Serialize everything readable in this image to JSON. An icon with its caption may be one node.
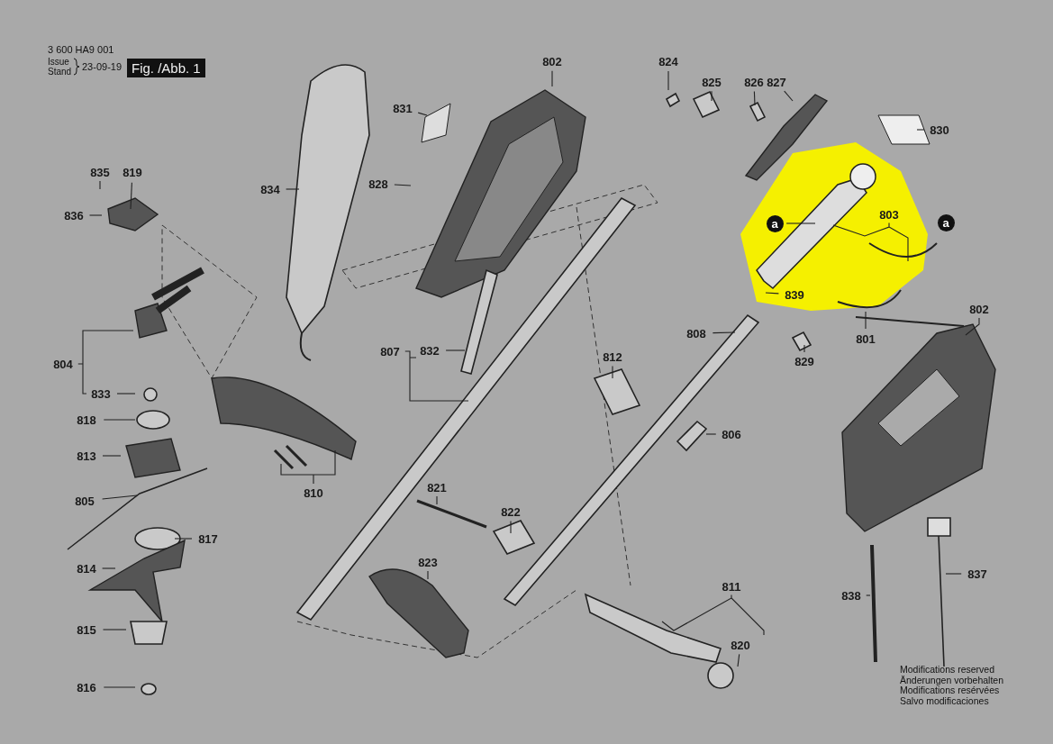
{
  "diagram": {
    "nodes": [
      {
        "text": [
          "802"
        ]
      },
      {
        "text": [
          "824"
        ]
      },
      {
        "text": [
          "825"
        ]
      },
      {
        "text": [
          "826"
        ]
      },
      {
        "text": [
          "827"
        ]
      },
      {
        "text": [
          "831"
        ]
      },
      {
        "text": [
          "830"
        ]
      },
      {
        "text": [
          "835"
        ]
      },
      {
        "text": [
          "819"
        ]
      },
      {
        "text": [
          "834"
        ]
      },
      {
        "text": [
          "828"
        ]
      },
      {
        "text": [
          "836"
        ]
      },
      {
        "text": [
          "a"
        ]
      },
      {
        "text": [
          "803"
        ]
      },
      {
        "text": [
          "a"
        ]
      },
      {
        "text": [
          "839"
        ]
      },
      {
        "text": [
          "802"
        ]
      },
      {
        "text": [
          "808"
        ]
      },
      {
        "text": [
          "801"
        ]
      },
      {
        "text": [
          "829"
        ]
      },
      {
        "text": [
          "804"
        ]
      },
      {
        "text": [
          "807"
        ]
      },
      {
        "text": [
          "832"
        ]
      },
      {
        "text": [
          "812"
        ]
      },
      {
        "text": [
          "833"
        ]
      },
      {
        "text": [
          "818"
        ]
      },
      {
        "text": [
          "806"
        ]
      },
      {
        "text": [
          "813"
        ]
      },
      {
        "text": [
          "810"
        ]
      },
      {
        "text": [
          "821"
        ]
      },
      {
        "text": [
          "805"
        ]
      },
      {
        "text": [
          "822"
        ]
      },
      {
        "text": [
          "817"
        ]
      },
      {
        "text": [
          "823"
        ]
      },
      {
        "text": [
          "814"
        ]
      },
      {
        "text": [
          "837"
        ]
      },
      {
        "text": [
          "811"
        ]
      },
      {
        "text": [
          "838"
        ]
      },
      {
        "text": [
          "815"
        ]
      },
      {
        "text": [
          "820"
        ]
      },
      {
        "text": [
          "816"
        ]
      }
    ],
    "edges": [
      {
        "from": 0,
        "to": null,
        "arrow": "none"
      },
      {
        "from": 1,
        "to": null,
        "arrow": "none"
      },
      {
        "from": 2,
        "to": null,
        "arrow": "none"
      },
      {
        "from": 3,
        "to": null,
        "arrow": "none"
      },
      {
        "from": 4,
        "to": null,
        "arrow": "none"
      },
      {
        "from": 5,
        "to": null,
        "arrow": "none"
      },
      {
        "from": 6,
        "to": null,
        "arrow": "none"
      },
      {
        "from": 7,
        "to": null,
        "arrow": "none"
      },
      {
        "from": 8,
        "to": null,
        "arrow": "none"
      },
      {
        "from": 9,
        "to": null,
        "arrow": "none"
      },
      {
        "from": 10,
        "to": null,
        "arrow": "none"
      },
      {
        "from": 11,
        "to": null,
        "arrow": "none"
      },
      {
        "from": 12,
        "to": null,
        "arrow": "none"
      },
      {
        "from": 13,
        "to": null,
        "arrow": "none"
      },
      {
        "from": 15,
        "to": null,
        "arrow": "none"
      },
      {
        "from": 16,
        "to": null,
        "arrow": "none"
      },
      {
        "from": 17,
        "to": null,
        "arrow": "none"
      },
      {
        "from": 18,
        "to": null,
        "arrow": "none"
      },
      {
        "from": 19,
        "to": null,
        "arrow": "none"
      },
      {
        "from": 20,
        "to": null,
        "arrow": "none"
      },
      {
        "from": 21,
        "to": null,
        "arrow": "none"
      },
      {
        "from": 22,
        "to": null,
        "arrow": "none"
      },
      {
        "from": 23,
        "to": null,
        "arrow": "none"
      },
      {
        "from": 24,
        "to": null,
        "arrow": "none"
      },
      {
        "from": 25,
        "to": null,
        "arrow": "none"
      },
      {
        "from": 26,
        "to": null,
        "arrow": "none"
      },
      {
        "from": 27,
        "to": null,
        "arrow": "none"
      },
      {
        "from": 28,
        "to": null,
        "arrow": "none"
      },
      {
        "from": 29,
        "to": null,
        "arrow": "none"
      },
      {
        "from": 30,
        "to": null,
        "arrow": "none"
      },
      {
        "from": 31,
        "to": null,
        "arrow": "none"
      },
      {
        "from": 32,
        "to": null,
        "arrow": "none"
      },
      {
        "from": 33,
        "to": null,
        "arrow": "none"
      },
      {
        "from": 34,
        "to": null,
        "arrow": "none"
      },
      {
        "from": 35,
        "to": null,
        "arrow": "none"
      },
      {
        "from": 36,
        "to": null,
        "arrow": "none"
      },
      {
        "from": 37,
        "to": null,
        "arrow": "none"
      },
      {
        "from": 38,
        "to": null,
        "arrow": "none"
      },
      {
        "from": 39,
        "to": null,
        "arrow": "none"
      },
      {
        "from": 40,
        "to": null,
        "arrow": "none"
      }
    ],
    "labels": [
      "3 600 HA9 001",
      "Issue",
      "Stand",
      "23-09-19",
      "Fig. /Abb. 1",
      "Modifications reserved",
      "Änderungen vorbehalten",
      "Modifications resérvées",
      "Salvo modificaciones"
    ]
  }
}
